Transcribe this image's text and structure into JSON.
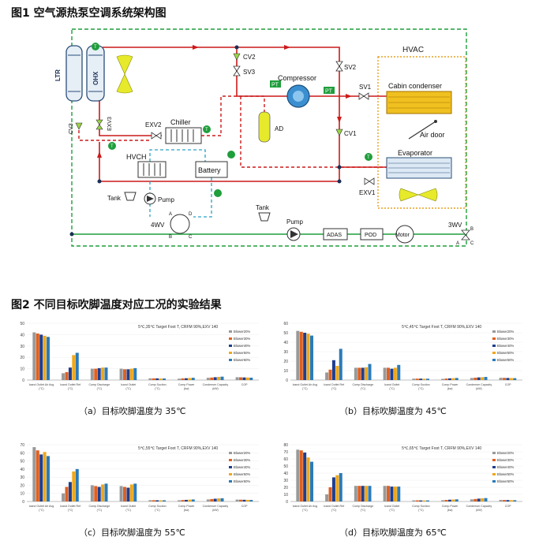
{
  "figure1": {
    "title": "图1   空气源热泵空调系统架构图",
    "labels": {
      "ltr": "LTR",
      "ohx": "OHX",
      "cv2": "CV2",
      "sv3": "SV3",
      "sv2": "SV2",
      "compressor": "Compressor",
      "pt1": "PT",
      "pt2": "PT",
      "hvac": "HVAC",
      "sv1": "SV1",
      "cabin_condenser": "Cabin condenser",
      "cv3": "CV3",
      "exv3": "EXV3",
      "exv2": "EXV2",
      "chiller": "Chiller",
      "ad": "AD",
      "cv1": "CV1",
      "air_door": "Air door",
      "evaporator": "Evaporator",
      "hvch": "HVCH",
      "battery": "Battery",
      "exv1": "EXV1",
      "tank1": "Tank",
      "pump1": "Pump",
      "fourwv": "4WV",
      "tank2": "Tank",
      "pump2": "Pump",
      "adas": "ADAS",
      "pod": "POD",
      "motor": "Motor",
      "threewv": "3WV",
      "t": "T",
      "a": "A",
      "b": "B",
      "c": "C",
      "d": "D"
    }
  },
  "figure2": {
    "title": "图2   不同目标吹脚温度对应工况的实验结果"
  },
  "chart_data": [
    {
      "type": "bar",
      "caption": "（a）目标吹脚温度为 35℃",
      "annotation": "5℃,35℃ Target Foot T, CRFM 90%,EXV 140",
      "categories": [
        "Icand Outlet Air Avg (°C)",
        "Icand Outlet Ref (°C)",
        "Comp Discharge (°C)",
        "Icand Outlet (°C)",
        "Comp Suction (°C)",
        "Comp Power(kw)",
        "Condenser Capacity (kW)",
        "COP"
      ],
      "ylim": [
        0,
        50
      ],
      "yticks": [
        0,
        10,
        20,
        30,
        40,
        50
      ],
      "series": [
        {
          "name": "Blower20%",
          "color": "#999999",
          "values": [
            42,
            6,
            10,
            10,
            1.5,
            1.2,
            2,
            2.5
          ]
        },
        {
          "name": "Blower30%",
          "color": "#e06020",
          "values": [
            41,
            7,
            10,
            9.5,
            1.5,
            1.5,
            2.2,
            2.4
          ]
        },
        {
          "name": "Blower40%",
          "color": "#1f3e8f",
          "values": [
            40,
            11,
            10.5,
            9.5,
            1.5,
            1.6,
            2.5,
            2.3
          ]
        },
        {
          "name": "Blower50%",
          "color": "#f0a818",
          "values": [
            39,
            22,
            11,
            10,
            1.4,
            1.8,
            2.8,
            2.2
          ]
        },
        {
          "name": "Blower60%",
          "color": "#2b7bb9",
          "values": [
            38,
            24,
            11,
            10.5,
            1.4,
            2,
            3,
            2.1
          ]
        }
      ]
    },
    {
      "type": "bar",
      "caption": "（b）目标吹脚温度为 45℃",
      "annotation": "5℃,45℃ Target Foot T, CRFM 90%,EXV 140",
      "categories": [
        "Icand Outlet Air Avg (°C)",
        "Icand Outlet Ref (°C)",
        "Comp Discharge (°C)",
        "Icand Outlet (°C)",
        "Comp Suction (°C)",
        "Comp Power(kw)",
        "Condenser Capacity (kW)",
        "COP"
      ],
      "ylim": [
        0,
        60
      ],
      "yticks": [
        0,
        10,
        20,
        30,
        40,
        50,
        60
      ],
      "series": [
        {
          "name": "Blower20%",
          "color": "#999999",
          "values": [
            52,
            8,
            13,
            13,
            1.5,
            1.3,
            2.2,
            2.4
          ]
        },
        {
          "name": "Blower30%",
          "color": "#e06020",
          "values": [
            51,
            11,
            13,
            13,
            1.5,
            1.6,
            2.5,
            2.3
          ]
        },
        {
          "name": "Blower40%",
          "color": "#1f3e8f",
          "values": [
            50,
            21,
            13,
            12,
            1.5,
            1.8,
            2.8,
            2.2
          ]
        },
        {
          "name": "Blower50%",
          "color": "#f0a818",
          "values": [
            49,
            15,
            13.5,
            13,
            1.4,
            2,
            3,
            2.1
          ]
        },
        {
          "name": "Blower60%",
          "color": "#2b7bb9",
          "values": [
            47,
            33,
            17,
            16,
            1.4,
            2.2,
            3.3,
            2
          ]
        }
      ]
    },
    {
      "type": "bar",
      "caption": "（c）目标吹脚温度为 55℃",
      "annotation": "5℃,55℃ Target Foot T, CRFM 90%,EXV 140",
      "categories": [
        "Icand Outlet Air Avg (°C)",
        "Icand Outlet Ref (°C)",
        "Comp Discharge (°C)",
        "Icand Outlet (°C)",
        "Comp Suction (°C)",
        "Comp Power(kw)",
        "Condenser Capacity (kW)",
        "COP"
      ],
      "ylim": [
        0,
        70
      ],
      "yticks": [
        0,
        10,
        20,
        30,
        40,
        50,
        60,
        70
      ],
      "series": [
        {
          "name": "Blower20%",
          "color": "#999999",
          "values": [
            67,
            10,
            20,
            19,
            1.6,
            1.5,
            2.5,
            2.3
          ]
        },
        {
          "name": "Blower30%",
          "color": "#e06020",
          "values": [
            63,
            18,
            19,
            18,
            1.6,
            1.8,
            3,
            2.2
          ]
        },
        {
          "name": "Blower40%",
          "color": "#1f3e8f",
          "values": [
            58,
            24,
            18,
            17,
            1.5,
            2,
            3.4,
            2.1
          ]
        },
        {
          "name": "Blower50%",
          "color": "#f0a818",
          "values": [
            61,
            37,
            21,
            21,
            1.5,
            2.3,
            3.8,
            2
          ]
        },
        {
          "name": "Blower60%",
          "color": "#2b7bb9",
          "values": [
            56,
            40,
            22,
            22,
            1.5,
            2.5,
            4,
            1.9
          ]
        }
      ]
    },
    {
      "type": "bar",
      "caption": "（d）目标吹脚温度为 65℃",
      "annotation": "5℃,65℃ Target Foot T, CRFM 90%,EXV 140",
      "categories": [
        "Icand Outlet Air Avg (°C)",
        "Icand Outlet Ref (°C)",
        "Comp Discharge (°C)",
        "Icand Outlet (°C)",
        "Comp Suction (°C)",
        "Comp Power(kw)",
        "Condenser Capacity (kW)",
        "COP"
      ],
      "ylim": [
        0,
        80
      ],
      "yticks": [
        0,
        10,
        20,
        30,
        40,
        50,
        60,
        70,
        80
      ],
      "series": [
        {
          "name": "Blower20%",
          "color": "#999999",
          "values": [
            73,
            10,
            22,
            22,
            1.6,
            1.8,
            3,
            2.2
          ]
        },
        {
          "name": "Blower30%",
          "color": "#e06020",
          "values": [
            72,
            20,
            22,
            22,
            1.6,
            2.2,
            3.5,
            2.1
          ]
        },
        {
          "name": "Blower40%",
          "color": "#1f3e8f",
          "values": [
            69,
            34,
            22,
            21,
            1.5,
            2.5,
            4,
            2
          ]
        },
        {
          "name": "Blower50%",
          "color": "#f0a818",
          "values": [
            62,
            37,
            22,
            21,
            1.5,
            2.8,
            4.5,
            1.9
          ]
        },
        {
          "name": "Blower60%",
          "color": "#2b7bb9",
          "values": [
            56,
            40,
            22,
            21,
            1.5,
            3,
            4.8,
            1.8
          ]
        }
      ]
    }
  ]
}
